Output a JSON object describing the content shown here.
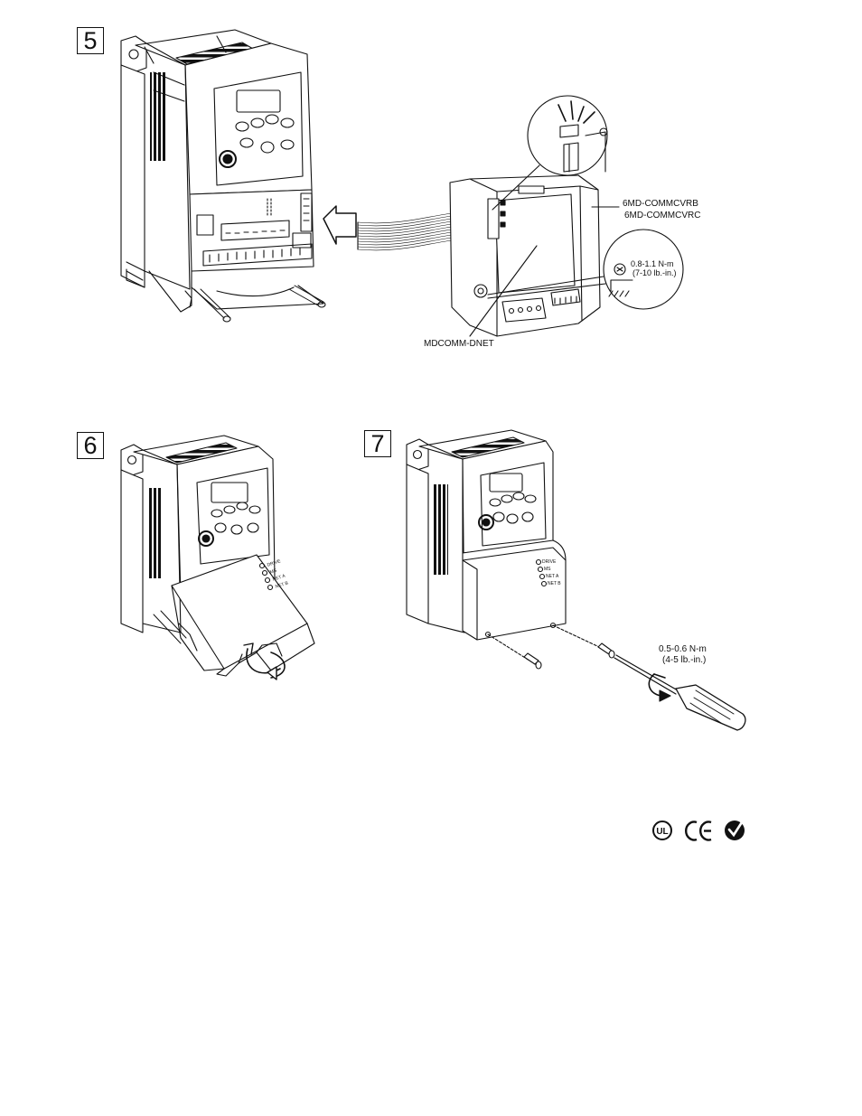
{
  "steps": {
    "s5": "5",
    "s6": "6",
    "s7": "7"
  },
  "step5": {
    "cover_model_b": "6MD-COMMCVRB",
    "cover_model_c": "6MD-COMMCVRC",
    "module_model": "MDCOMM-DNET",
    "ground_torque": "0.8-1.1 N-m",
    "ground_torque_imperial": "(7-10 lb.-in.)"
  },
  "leds": {
    "drive": "DRIVE",
    "ms": "MS",
    "net_a": "NET A",
    "net_b": "NET B"
  },
  "step7": {
    "screw_torque": "0.5-0.6 N-m",
    "screw_torque_imperial": "(4-5 lb.-in.)"
  },
  "cert_marks": [
    "UL-mark-icon",
    "CE-mark-icon",
    "C-tick-mark-icon"
  ]
}
